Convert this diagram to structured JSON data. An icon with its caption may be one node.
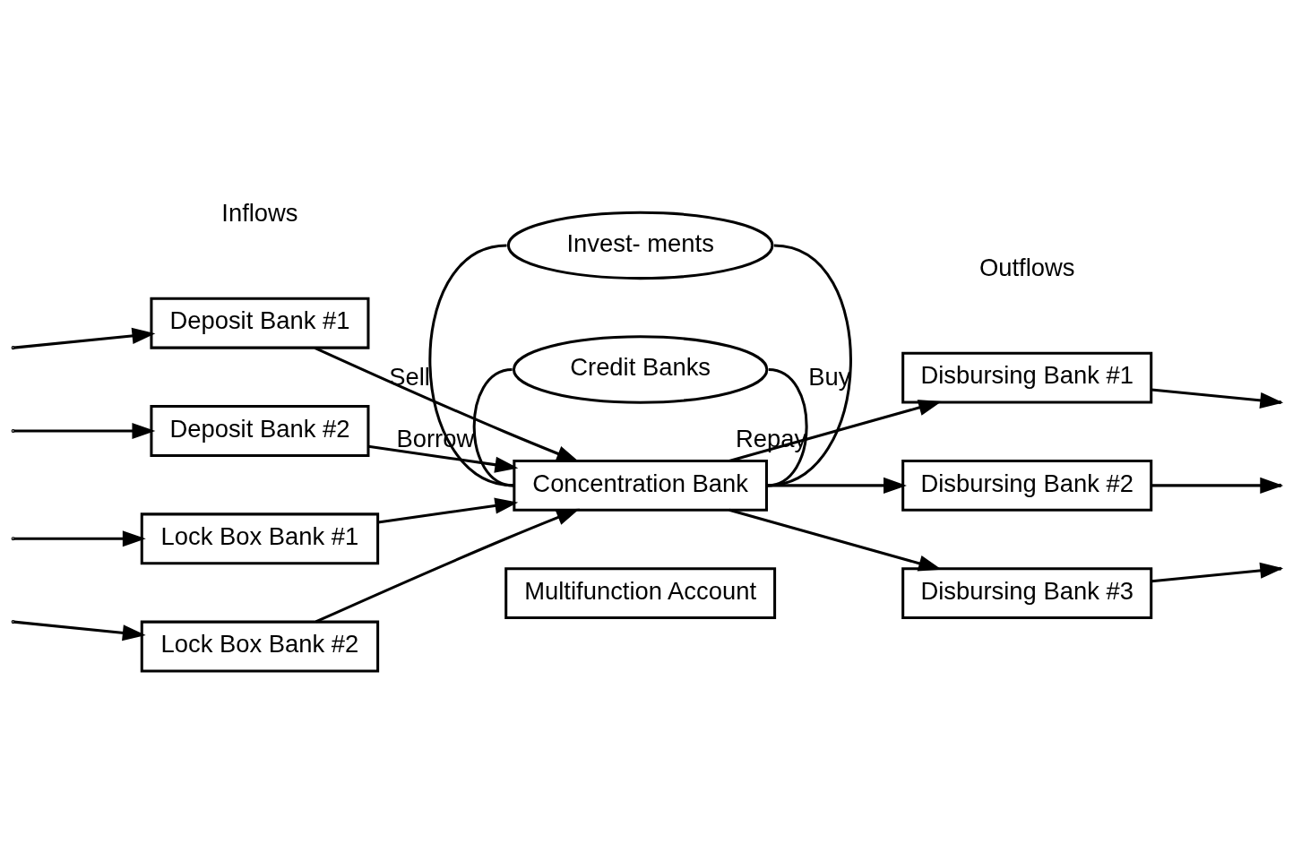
{
  "diagram": {
    "nodes": [
      {
        "text": [
          "Invest- ments"
        ]
      },
      {
        "text": [
          "Credit Banks"
        ]
      },
      {
        "text": [
          "Deposit Bank #1"
        ]
      },
      {
        "text": [
          "Deposit Bank #2"
        ]
      },
      {
        "text": [
          "Lock Box Bank #1"
        ]
      },
      {
        "text": [
          "Lock Box Bank #2"
        ]
      },
      {
        "text": [
          "Concentration Bank"
        ]
      },
      {
        "text": [
          "Disbursing Bank #1"
        ]
      },
      {
        "text": [
          "Disbursing Bank #2"
        ]
      },
      {
        "text": [
          "Disbursing Bank #3"
        ]
      },
      {
        "text": [
          "Multifunction Account"
        ]
      }
    ],
    "edges": [
      {
        "from": null,
        "to": 2,
        "arrow": "to"
      },
      {
        "from": null,
        "to": 3,
        "arrow": "to"
      },
      {
        "from": null,
        "to": 4,
        "arrow": "to"
      },
      {
        "from": null,
        "to": 5,
        "arrow": "to"
      },
      {
        "from": 2,
        "to": 6,
        "arrow": "to"
      },
      {
        "from": 3,
        "to": 6,
        "arrow": "to"
      },
      {
        "from": 4,
        "to": 6,
        "arrow": "to"
      },
      {
        "from": 5,
        "to": 6,
        "arrow": "to"
      },
      {
        "from": 6,
        "to": 7,
        "arrow": "to"
      },
      {
        "from": 6,
        "to": 8,
        "arrow": "to"
      },
      {
        "from": 6,
        "to": 9,
        "arrow": "to"
      },
      {
        "from": 7,
        "to": null,
        "arrow": "to"
      },
      {
        "from": 8,
        "to": null,
        "arrow": "to"
      },
      {
        "from": 9,
        "to": null,
        "arrow": "to"
      },
      {
        "from": 0,
        "to": 6,
        "label": "Sell",
        "arrow": "none"
      },
      {
        "from": 6,
        "to": 0,
        "label": "Buy",
        "arrow": "none"
      },
      {
        "from": 1,
        "to": 6,
        "label": "Borrow",
        "arrow": "none"
      },
      {
        "from": 6,
        "to": 1,
        "label": "Repay",
        "arrow": "none"
      }
    ],
    "labels": [
      "Inflows",
      "Outflows"
    ]
  }
}
